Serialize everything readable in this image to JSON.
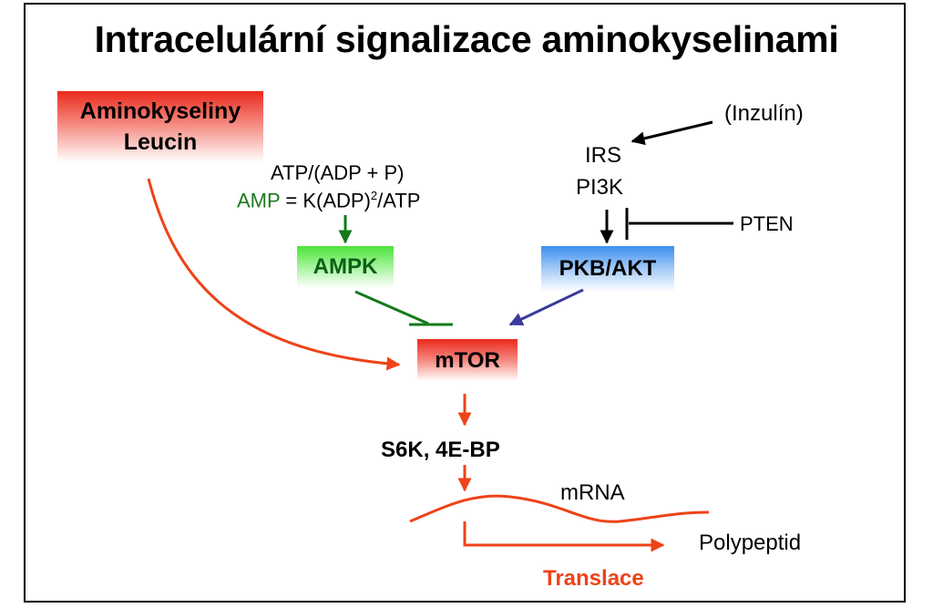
{
  "title": "Intracelulární signalizace aminokyselinami",
  "nodes": {
    "amino_line1": "Aminokyseliny",
    "amino_line2": "Leucin",
    "atp_ratio": "ATP/(ADP + P)",
    "amp_label": "AMP",
    "amp_formula_a": " = K(ADP)",
    "amp_formula_sup": "2",
    "amp_formula_b": "/ATP",
    "ampk": "AMPK",
    "insulin": "(Inzulín)",
    "irs": "IRS",
    "pi3k": "PI3K",
    "pten": "PTEN",
    "pkb": "PKB/AKT",
    "mtor": "mTOR",
    "s6k": "S6K, 4E-BP",
    "mrna": "mRNA",
    "polypeptid": "Polypeptid",
    "translace": "Translace"
  },
  "colors": {
    "red_arrow": "#ee4318",
    "green": "#137a1a",
    "blue_arrow": "#3a3a9c",
    "black": "#000000",
    "amp_text": "#1d7a1d",
    "translace_text": "#ee4318"
  }
}
